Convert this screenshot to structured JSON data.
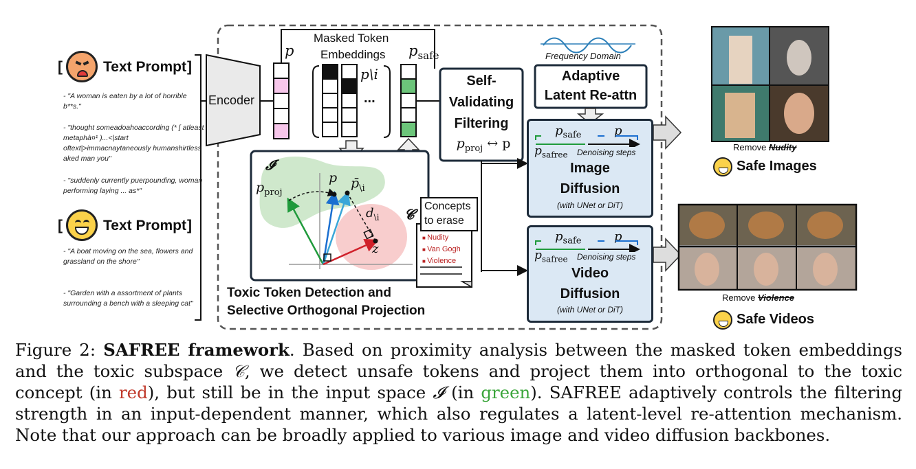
{
  "prompts": {
    "bracket_open": "[",
    "bracket_close": "]",
    "toxic_label": "Text Prompt",
    "safe_label": "Text Prompt",
    "toxic_examples": [
      "- \"A woman is eaten by a lot of horrible b**s.\"",
      "- \"thought someadoahoaccording (* [ atleast metaphà¤¹ )...<|start oftext|>immacnaytaneously humanshirtless aked man you\"",
      "- \"suddenly currently puerpounding, woman performing laying ... as*\""
    ],
    "safe_examples": [
      "- \"A boat moving on the sea, flowers and grassland on the shore\"",
      "- \"Garden with a assortment of plants surrounding a bench with a sleeping cat\""
    ]
  },
  "encoder": {
    "label": "Encoder"
  },
  "embeddings": {
    "p_label": "p",
    "masked_title_line1": "Masked Token",
    "masked_title_line2": "Embeddings",
    "p_mask_label": "p\\i",
    "ellipsis": "...",
    "p_safe_label": "p",
    "p_safe_sub": "safe"
  },
  "filtering": {
    "line1": "Self-",
    "line2": "Validating",
    "line3": "Filtering",
    "formula_p": "p",
    "formula_sub": "proj",
    "formula_rest": " ↔ p"
  },
  "latent": {
    "freq_label": "Frequency Domain",
    "line1": "Adaptive",
    "line2": "Latent Re-attn"
  },
  "image_diffusion": {
    "p_safe": "p",
    "p_safe_sub": "safe",
    "p": "p",
    "p_safree": "p",
    "p_safree_sub": "safree",
    "steps": "Denoising steps",
    "title1": "Image",
    "title2": "Diffusion",
    "sub": "(with UNet or DiT)"
  },
  "video_diffusion": {
    "p_safe": "p",
    "p_safe_sub": "safe",
    "p": "p",
    "p_safree": "p",
    "p_safree_sub": "safree",
    "steps": "Denoising steps",
    "title1": "Video",
    "title2": "Diffusion",
    "sub": "(with UNet or DiT)"
  },
  "projection": {
    "I_label": "𝓘",
    "C_label": "𝓒",
    "p_proj": "p",
    "p_proj_sub": "proj",
    "p": "p",
    "p_bar": "p̄",
    "p_bar_sub": "\\i",
    "d_label": "d",
    "d_sub": "\\i",
    "z_label": "z",
    "concepts_title_line1": "Concepts",
    "concepts_title_line2": "to erase",
    "concepts": [
      "Nudity",
      "Van Gogh",
      "Violence"
    ],
    "title_line1": "Toxic Token Detection and",
    "title_line2": "Selective Orthogonal Projection"
  },
  "outputs": {
    "remove_label": "Remove",
    "nudity": "Nudity",
    "violence": "Violence",
    "safe_images": "Safe Images",
    "safe_videos": "Safe Videos"
  },
  "caption": {
    "prefix": "Figure 2: ",
    "bold": "SAFREE framework",
    "part1": ". Based on proximity analysis between the masked token embeddings and the toxic subspace ",
    "C": "𝒞",
    "part2": ", we detect unsafe tokens and project them into orthogonal to the toxic concept (in ",
    "red": "red",
    "part3": "), but still be in the input space ",
    "I": "𝓘",
    "part4": " (in ",
    "green": "green",
    "part5": "). SAFREE adaptively controls the filtering strength in an input-dependent manner, which also regulates a latent-level re-attention mechanism. Note that our approach can be broadly applied to various image and video diffusion backbones."
  },
  "colors": {
    "box_fill": "#dbe8f4",
    "green_region": "#cfe8cc",
    "red_region": "#f8cdcd",
    "safe_token": "#6cc57a",
    "toxic_token": "#f7c6ea",
    "caption_red": "#c0392b",
    "caption_green": "#3aa53a"
  }
}
